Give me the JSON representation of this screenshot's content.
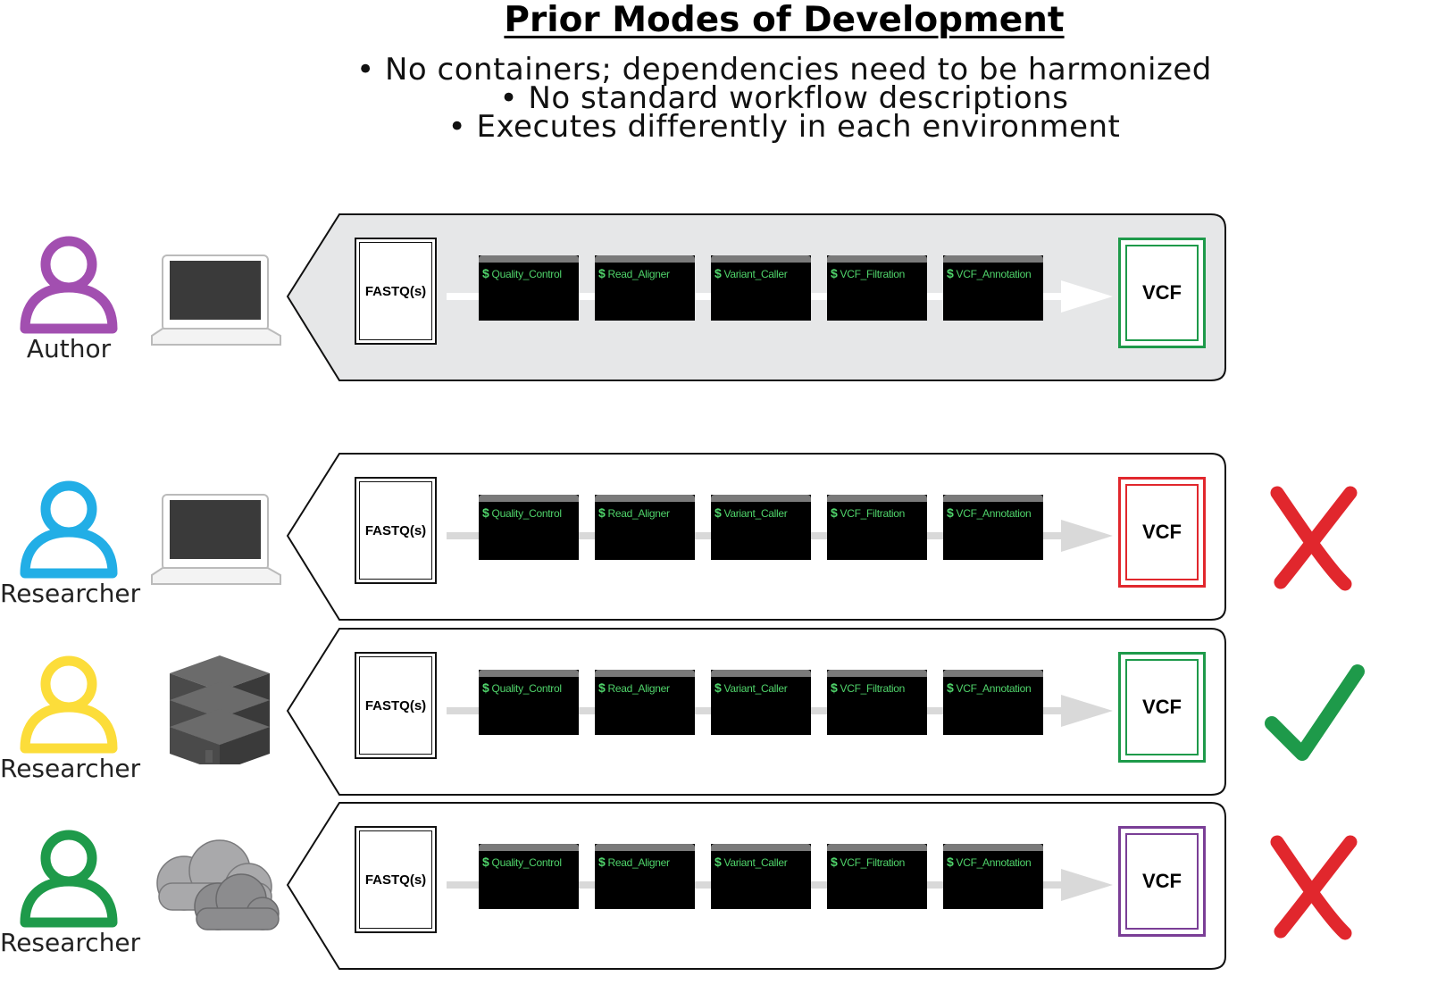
{
  "title": "Prior Modes of Development",
  "bullets": [
    "• No containers; dependencies need to be harmonized",
    "• No standard workflow descriptions",
    "• Executes differently in each environment"
  ],
  "steps": [
    "Quality_Control",
    "Read_Aligner",
    "Variant_Caller",
    "VCF_Filtration",
    "VCF_Annotation"
  ],
  "prompt_symbol": "$",
  "input_label": "FASTQ(s)",
  "output_label": "VCF",
  "rows": [
    {
      "person": "Author",
      "person_color": "#a24fb0",
      "device": "laptop-icon",
      "vcf_color": "#1e9a4a",
      "result": "",
      "panel_fill": "#e6e7e8"
    },
    {
      "person": "Researcher",
      "person_color": "#22aee6",
      "device": "laptop-icon",
      "vcf_color": "#e1272d",
      "result": "cross-icon",
      "panel_fill": "#ffffff"
    },
    {
      "person": "Researcher",
      "person_color": "#fcdd3a",
      "device": "server-icon",
      "vcf_color": "#1e9a4a",
      "result": "check-icon",
      "panel_fill": "#ffffff"
    },
    {
      "person": "Researcher",
      "person_color": "#1e9a4a",
      "device": "cloud-icon",
      "vcf_color": "#7a3e96",
      "result": "cross-icon",
      "panel_fill": "#ffffff"
    }
  ],
  "colors": {
    "cross": "#e1272d",
    "check": "#1e9a4a",
    "terminal_text": "#4fd36a"
  }
}
